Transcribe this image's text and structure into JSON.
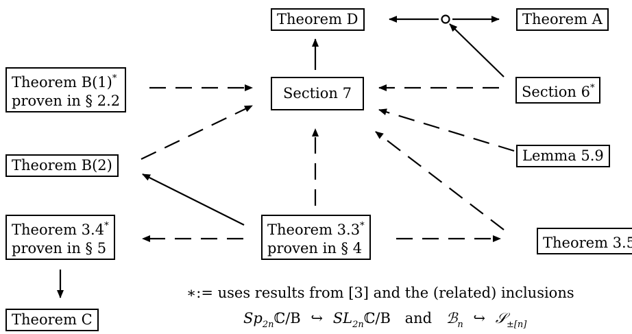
{
  "nodes": {
    "theorem_d": {
      "label": "Theorem D"
    },
    "theorem_a": {
      "label": "Theorem A"
    },
    "theorem_b1": {
      "line1": "Theorem B(1)",
      "star": "*",
      "line2": "proven in § 2.2"
    },
    "section7": {
      "label": "Section 7"
    },
    "section6": {
      "label": "Section 6",
      "star": "*"
    },
    "lemma59": {
      "label": "Lemma 5.9"
    },
    "theorem_b2": {
      "label": "Theorem B(2)"
    },
    "theorem_34": {
      "line1": "Theorem 3.4",
      "star": "*",
      "line2": "proven in § 5"
    },
    "theorem_33": {
      "line1": "Theorem 3.3",
      "star": "*",
      "line2": "proven in § 4"
    },
    "theorem_35": {
      "label": "Theorem 3.5",
      "star": "*"
    },
    "theorem_c": {
      "label": "Theorem C"
    }
  },
  "footnote": {
    "line1": "∗:= uses results from [3] and the (related) inclusions",
    "sp": "Sp",
    "sp_sub": "2n",
    "cb1": "ℂ/B",
    "hook1": "↪",
    "sl": "SL",
    "sl_sub": "2n",
    "cb2": "ℂ/B",
    "and": "and",
    "bn": "ℬ",
    "bn_sub": "n",
    "hook2": "↪",
    "sset": "𝒮",
    "sset_sub": "±[n]"
  }
}
